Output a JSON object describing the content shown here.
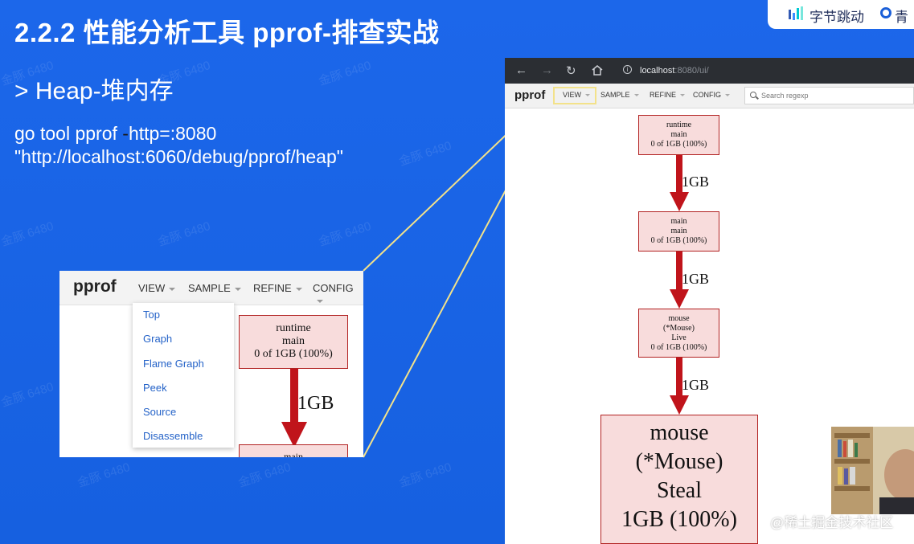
{
  "slide": {
    "title": "2.2.2 性能分析工具 pprof-排查实战",
    "subtitle": "> Heap-堆内存",
    "command_line1_a": "go tool pprof ",
    "command_line1_b": "-",
    "command_line1_c": "http=:8080",
    "command_line2": " \"http://localhost:6060/debug/pprof/heap\""
  },
  "brand": {
    "name": "字节跳动",
    "name2": "青"
  },
  "inset": {
    "logo": "pprof",
    "menu": [
      "VIEW",
      "SAMPLE",
      "REFINE",
      "CONFIG"
    ],
    "dropdown_items": [
      "Top",
      "Graph",
      "Flame Graph",
      "Peek",
      "Source",
      "Disassemble"
    ],
    "node1": [
      "runtime",
      "main",
      "0 of 1GB (100%)"
    ],
    "edge1": "1GB",
    "node2_partial": "main"
  },
  "browser": {
    "url_host": "localhost",
    "url_rest": ":8080/ui/",
    "logo": "pprof",
    "menu": [
      "VIEW",
      "SAMPLE",
      "REFINE",
      "CONFIG"
    ],
    "search_placeholder": "Search regexp",
    "node1": [
      "runtime",
      "main",
      "0 of 1GB (100%)"
    ],
    "edge1": "1GB",
    "node2": [
      "main",
      "main",
      "0 of 1GB (100%)"
    ],
    "edge2": "1GB",
    "node3": [
      "mouse",
      "(*Mouse)",
      "Live",
      "0 of 1GB (100%)"
    ],
    "edge3": "1GB",
    "node4": [
      "mouse",
      "(*Mouse)",
      "Steal",
      "1GB (100%)"
    ]
  },
  "overlay": {
    "watermark": "金豚 6480",
    "juejin": "@稀土掘金技术社区"
  },
  "colors": {
    "slide_blue": "#1a63e6",
    "node_fill": "#f8dcdc",
    "node_border": "#b22222",
    "edge": "#c0141b",
    "highlight": "#f3e28a"
  }
}
